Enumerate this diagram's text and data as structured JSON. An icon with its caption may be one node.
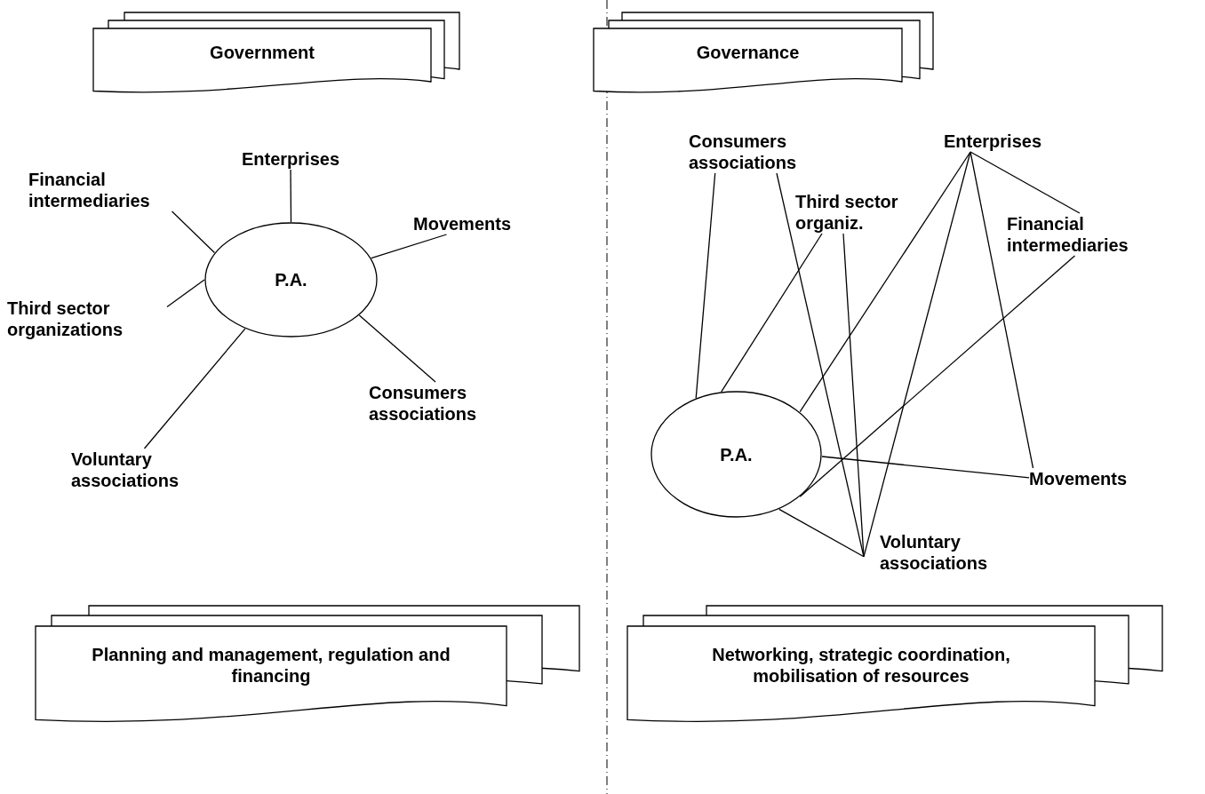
{
  "diagram": {
    "nodes": [
      {
        "text": [
          "Government"
        ]
      },
      {
        "text": [
          "Financial intermediaries"
        ]
      },
      {
        "text": [
          "Enterprises"
        ]
      },
      {
        "text": [
          "Movements"
        ]
      },
      {
        "text": [
          "P.A."
        ]
      },
      {
        "text": [
          "Third sector organizations"
        ]
      },
      {
        "text": [
          "Consumers associations"
        ]
      },
      {
        "text": [
          "Voluntary associations"
        ]
      },
      {
        "text": [
          "Planning and management, regulation and financing"
        ]
      },
      {
        "text": [
          "Governance"
        ]
      },
      {
        "text": [
          "Consumers associations"
        ]
      },
      {
        "text": [
          "Enterprises"
        ]
      },
      {
        "text": [
          "Third sector organiz."
        ]
      },
      {
        "text": [
          "Financial intermediaries"
        ]
      },
      {
        "text": [
          "P.A."
        ]
      },
      {
        "text": [
          "Movements"
        ]
      },
      {
        "text": [
          "Voluntary associations"
        ]
      },
      {
        "text": [
          "Networking, strategic coordination, mobilisation of resources"
        ]
      }
    ],
    "edges": [
      {
        "from": 4,
        "to": 2,
        "arrow": "none"
      },
      {
        "from": 4,
        "to": 1,
        "arrow": "none"
      },
      {
        "from": 4,
        "to": 3,
        "arrow": "none"
      },
      {
        "from": 4,
        "to": 5,
        "arrow": "none"
      },
      {
        "from": 4,
        "to": 6,
        "arrow": "none"
      },
      {
        "from": 4,
        "to": 7,
        "arrow": "none"
      },
      {
        "from": 10,
        "to": 14,
        "arrow": "none"
      },
      {
        "from": 10,
        "to": 16,
        "arrow": "none"
      },
      {
        "from": 12,
        "to": 14,
        "arrow": "none"
      },
      {
        "from": 12,
        "to": 16,
        "arrow": "none"
      },
      {
        "from": 11,
        "to": 14,
        "arrow": "none"
      },
      {
        "from": 11,
        "to": 13,
        "arrow": "none"
      },
      {
        "from": 11,
        "to": 16,
        "arrow": "none"
      },
      {
        "from": 11,
        "to": 15,
        "arrow": "none"
      },
      {
        "from": 13,
        "to": 14,
        "arrow": "none"
      },
      {
        "from": 14,
        "to": 15,
        "arrow": "none"
      },
      {
        "from": 14,
        "to": 16,
        "arrow": "none"
      }
    ]
  }
}
